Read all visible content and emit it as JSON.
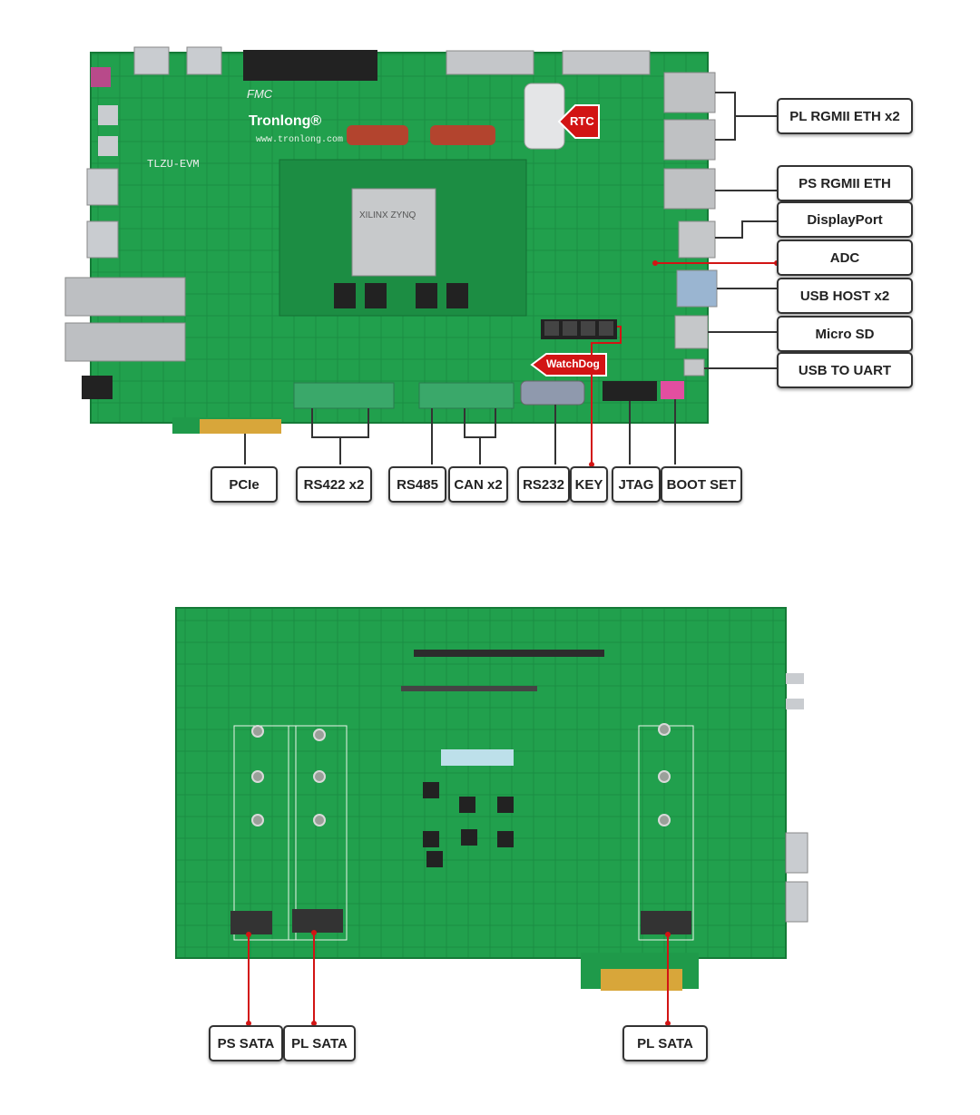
{
  "top_board": {
    "silkscreen": {
      "brand": "Tronlong®",
      "website": "www.tronlong.com",
      "model": "TLZU-EVM",
      "fmc": "FMC",
      "chip": "XILINX ZYNQ"
    },
    "tags": {
      "rtc": "RTC",
      "watchdog": "WatchDog"
    },
    "labels_right": [
      "PL RGMII ETH x2",
      "PS RGMII ETH",
      "DisplayPort",
      "ADC",
      "USB HOST x2",
      "Micro SD",
      "USB TO UART"
    ],
    "labels_bottom": [
      "PCIe",
      "RS422 x2",
      "RS485",
      "CAN x2",
      "RS232",
      "KEY",
      "JTAG",
      "BOOT SET"
    ]
  },
  "bottom_board": {
    "labels": [
      "PS SATA",
      "PL SATA",
      "PL SATA"
    ]
  },
  "colors": {
    "pcb": "#1f9a4a",
    "pcb_dark": "#157a37",
    "accent_red": "#d21414",
    "line": "#333333"
  }
}
